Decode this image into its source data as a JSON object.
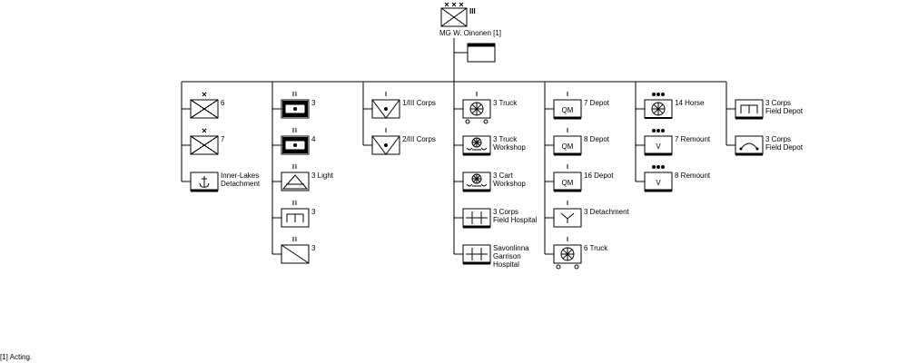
{
  "commander": {
    "echelon": "XXX",
    "corps_numeral": "III",
    "label": "MG  W. Oinonen [1]"
  },
  "footnote": "[1] Acting.",
  "columns": [
    {
      "id": "col-1",
      "units": [
        {
          "id": "6-division",
          "type": "infantry",
          "echelon": "X",
          "label": [
            "6"
          ]
        },
        {
          "id": "7-division",
          "type": "infantry",
          "echelon": "X",
          "label": [
            "7"
          ]
        },
        {
          "id": "inner-lakes-detachment",
          "type": "naval",
          "echelon": "",
          "label": [
            "Inner-Lakes",
            "Detachment"
          ]
        }
      ]
    },
    {
      "id": "col-2",
      "units": [
        {
          "id": "3-armored-battalion",
          "type": "armor",
          "echelon": "II",
          "label": [
            "3"
          ]
        },
        {
          "id": "4-armored-battalion",
          "type": "armor",
          "echelon": "II",
          "label": [
            "4"
          ]
        },
        {
          "id": "3-light-battalion",
          "type": "light",
          "echelon": "II",
          "label": [
            "3 Light"
          ]
        },
        {
          "id": "3-engineer-battalion",
          "type": "engineer",
          "echelon": "II",
          "label": [
            "3"
          ]
        },
        {
          "id": "3-signal-battalion",
          "type": "signal",
          "echelon": "II",
          "label": [
            "3"
          ]
        }
      ]
    },
    {
      "id": "col-3",
      "units": [
        {
          "id": "1-iii-corps",
          "type": "artillery",
          "echelon": "I",
          "label": [
            "1/III Corps"
          ]
        },
        {
          "id": "2-iii-corps",
          "type": "artillery",
          "echelon": "I",
          "label": [
            "2/III Corps"
          ]
        }
      ]
    },
    {
      "id": "col-4",
      "units": [
        {
          "id": "3-truck",
          "type": "truck",
          "echelon": "I",
          "label": [
            "3 Truck"
          ]
        },
        {
          "id": "3-truck-workshop",
          "type": "workshop",
          "echelon": "",
          "label": [
            "3 Truck",
            "Workshop"
          ]
        },
        {
          "id": "3-cart-workshop",
          "type": "workshop",
          "echelon": "",
          "label": [
            "3 Cart",
            "Workshop"
          ]
        },
        {
          "id": "3-corps-field-hospital",
          "type": "hospital",
          "echelon": "",
          "label": [
            "3 Corps",
            "Field Hospital"
          ]
        },
        {
          "id": "savonlinna-garrison-hospital",
          "type": "hospital",
          "echelon": "",
          "label": [
            "Savonlinna",
            "Garrison",
            "Hospital"
          ]
        }
      ]
    },
    {
      "id": "col-5",
      "units": [
        {
          "id": "7-depot",
          "type": "qm",
          "echelon": "I",
          "label": [
            "7 Depot"
          ],
          "symbol_text": "QM"
        },
        {
          "id": "8-depot",
          "type": "qm",
          "echelon": "I",
          "label": [
            "8 Depot"
          ],
          "symbol_text": "QM"
        },
        {
          "id": "16-depot",
          "type": "qm",
          "echelon": "I",
          "label": [
            "16 Depot"
          ],
          "symbol_text": "QM"
        },
        {
          "id": "3-detachment",
          "type": "detachment",
          "echelon": "I",
          "label": [
            "3 Detachment"
          ]
        },
        {
          "id": "6-truck",
          "type": "truck",
          "echelon": "I",
          "label": [
            "6 Truck"
          ]
        }
      ]
    },
    {
      "id": "col-6",
      "units": [
        {
          "id": "14-horse",
          "type": "horse",
          "echelon": "•••",
          "label": [
            "14 Horse"
          ]
        },
        {
          "id": "7-remount",
          "type": "remount",
          "echelon": "•••",
          "label": [
            "7 Remount"
          ],
          "symbol_text": "V"
        },
        {
          "id": "8-remount",
          "type": "remount",
          "echelon": "•••",
          "label": [
            "8 Remount"
          ],
          "symbol_text": "V"
        }
      ]
    },
    {
      "id": "col-7",
      "units": [
        {
          "id": "3-corps-field-depot-a",
          "type": "depot-engineer",
          "echelon": "",
          "label": [
            "3 Corps",
            "Field Depot"
          ]
        },
        {
          "id": "3-corps-field-depot-b",
          "type": "depot-arc",
          "echelon": "",
          "label": [
            "3 Corps",
            "Field Depot"
          ]
        }
      ]
    }
  ]
}
